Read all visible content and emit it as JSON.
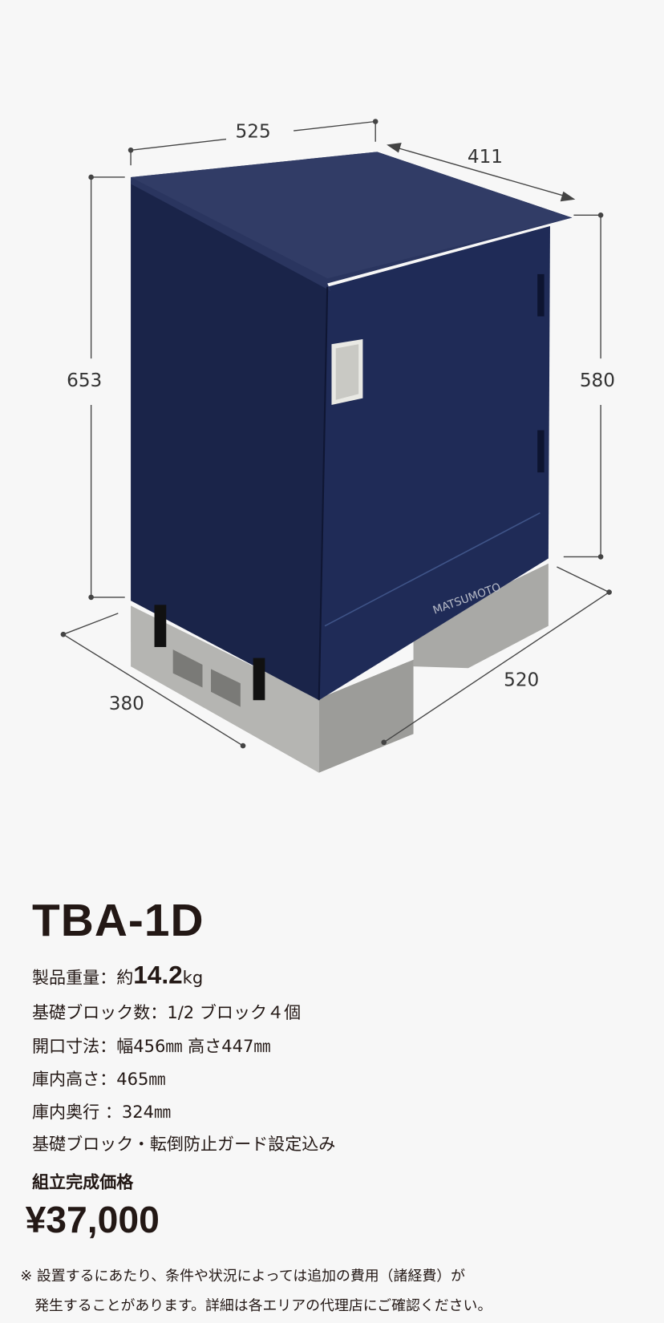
{
  "dimensions": {
    "top_width": "525",
    "depth_top": "411",
    "total_height": "653",
    "front_height": "580",
    "base_depth": "380",
    "base_width": "520"
  },
  "brand_emblem": "MATSUMOTO",
  "product": {
    "model": "TBA-1D",
    "specs": [
      {
        "label": "製品重量：約",
        "value": "14.2",
        "unit": "kg"
      },
      {
        "text": "基礎ブロック数：1/2 ブロック４個"
      },
      {
        "text": "開口寸法：幅456㎜ 高さ447㎜"
      },
      {
        "text": "庫内高さ：465㎜"
      },
      {
        "text": "庫内奥行 ：324㎜"
      },
      {
        "text": "基礎ブロック・転倒防止ガード設定込み"
      }
    ],
    "price_label": "組立完成価格",
    "price": "¥37,000",
    "notes": [
      "※ 設置するにあたり、条件や状況によっては追加の費用（諸経費）が",
      "　発生することがあります。詳細は各エリアの代理店にご確認ください。"
    ]
  },
  "colors": {
    "cabinet": "#1e2a55",
    "background": "#f7f7f7",
    "text": "#231815"
  }
}
